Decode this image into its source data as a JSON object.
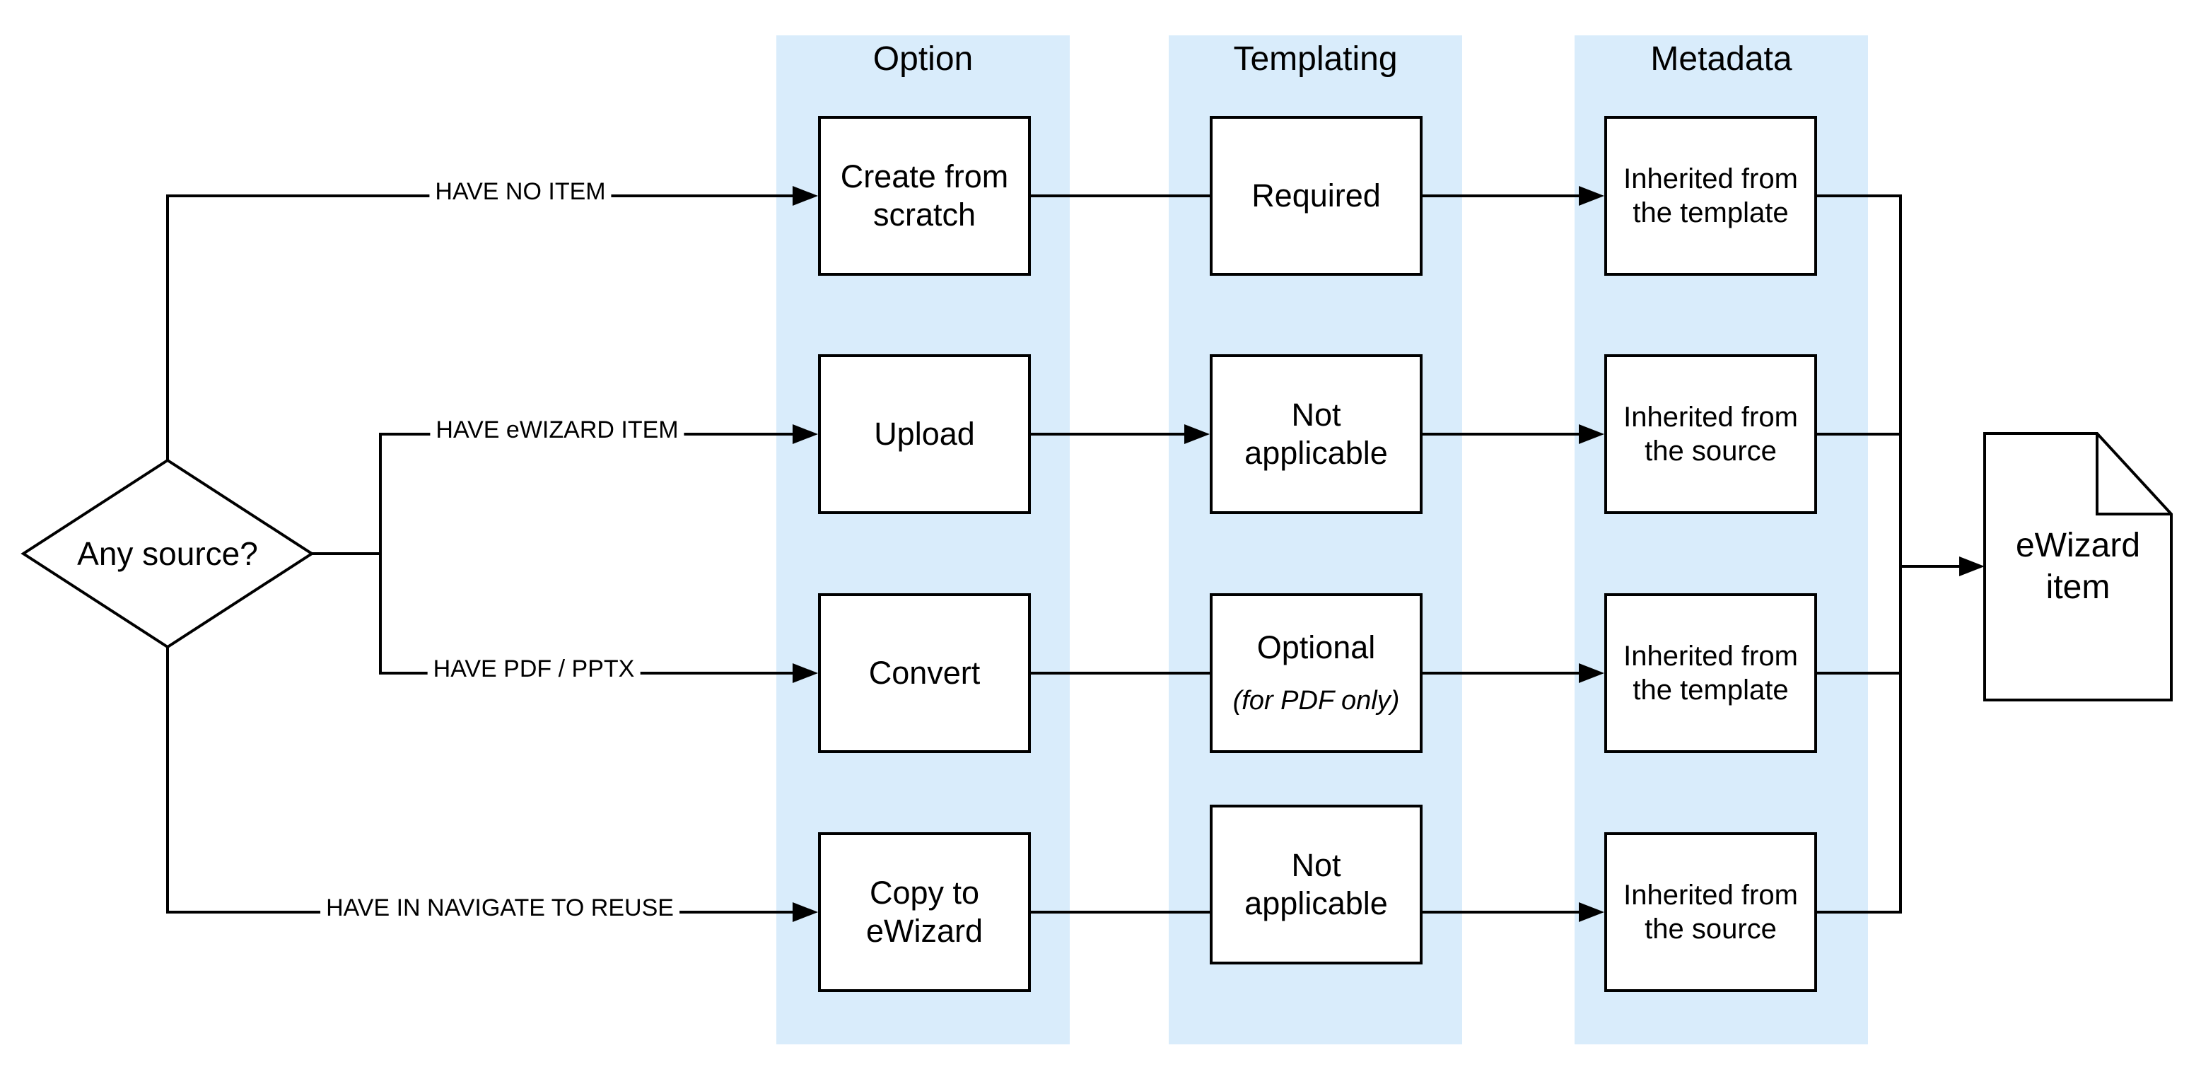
{
  "columns": [
    {
      "header": "Option"
    },
    {
      "header": "Templating"
    },
    {
      "header": "Metadata"
    }
  ],
  "decision": {
    "label": "Any source?"
  },
  "branches": [
    {
      "condition": "HAVE NO ITEM",
      "option": "Create from scratch",
      "templating": "Required",
      "templating_note": "",
      "metadata": "Inherited from the template"
    },
    {
      "condition": "HAVE eWIZARD ITEM",
      "option": "Upload",
      "templating": "Not applicable",
      "templating_note": "",
      "metadata": "Inherited from the source"
    },
    {
      "condition": "HAVE PDF / PPTX",
      "option": "Convert",
      "templating": "Optional",
      "templating_note": "(for PDF only)",
      "metadata": "Inherited from the template"
    },
    {
      "condition": "HAVE IN NAVIGATE TO REUSE",
      "option": "Copy to eWizard",
      "templating": "Not applicable",
      "templating_note": "",
      "metadata": "Inherited from the source"
    }
  ],
  "result": {
    "label": "eWizard item"
  },
  "colors": {
    "column_band": "#d9ecfb",
    "line": "#000000",
    "node_fill": "#ffffff",
    "text": "#000000"
  }
}
